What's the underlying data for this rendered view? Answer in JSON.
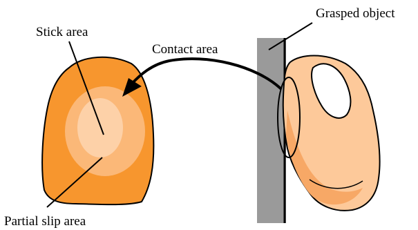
{
  "labels": {
    "stick_area": "Stick area",
    "contact_area": "Contact area",
    "grasped_object": "Grasped object",
    "partial_slip_area": "Partial slip area"
  },
  "colors": {
    "fingertip_outer": "#f7962e",
    "fingertip_mid": "#fbb878",
    "fingertip_inner": "#fdd1a8",
    "finger_skin": "#fdc99a",
    "finger_shade": "#f7a866",
    "object_gray": "#9a9a9a",
    "ink": "#000000"
  }
}
